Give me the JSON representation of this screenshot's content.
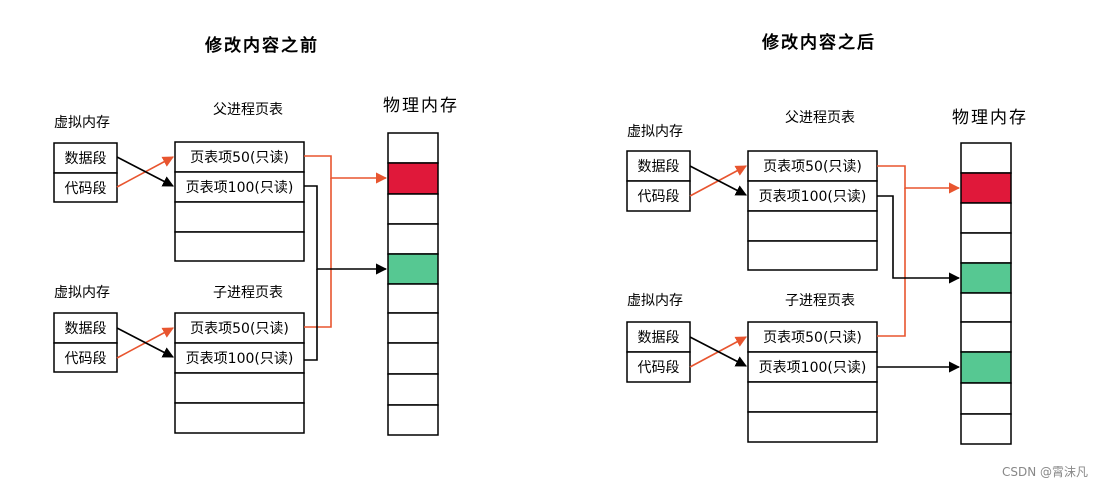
{
  "before": {
    "title": "修改内容之前",
    "parent": {
      "virtual_label": "虚拟内存",
      "segments": [
        "数据段",
        "代码段"
      ],
      "table_title": "父进程页表",
      "entries": [
        "页表项50(只读)",
        "页表项100(只读)",
        "",
        ""
      ]
    },
    "child": {
      "virtual_label": "虚拟内存",
      "segments": [
        "数据段",
        "代码段"
      ],
      "table_title": "子进程页表",
      "entries": [
        "页表项50(只读)",
        "页表项100(只读)",
        "",
        ""
      ]
    },
    "physical": {
      "title": "物理内存",
      "cells": [
        "#ffffff",
        "#e0183a",
        "#ffffff",
        "#ffffff",
        "#56c892",
        "#ffffff",
        "#ffffff",
        "#ffffff",
        "#ffffff",
        "#ffffff"
      ]
    }
  },
  "after": {
    "title": "修改内容之后",
    "parent": {
      "virtual_label": "虚拟内存",
      "segments": [
        "数据段",
        "代码段"
      ],
      "table_title": "父进程页表",
      "entries": [
        "页表项50(只读)",
        "页表项100(只读)",
        "",
        ""
      ]
    },
    "child": {
      "virtual_label": "虚拟内存",
      "segments": [
        "数据段",
        "代码段"
      ],
      "table_title": "子进程页表",
      "entries": [
        "页表项50(只读)",
        "页表项100(只读)",
        "",
        ""
      ]
    },
    "physical": {
      "title": "物理内存",
      "cells": [
        "#ffffff",
        "#e0183a",
        "#ffffff",
        "#ffffff",
        "#56c892",
        "#ffffff",
        "#ffffff",
        "#56c892",
        "#ffffff",
        "#ffffff"
      ]
    }
  },
  "colors": {
    "data_arrow": "#e8552f",
    "code_arrow": "#000000"
  },
  "watermark": "CSDN @霄沫凡"
}
